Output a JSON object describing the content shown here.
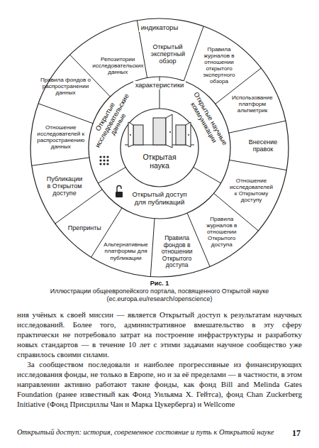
{
  "diagram": {
    "caption": "Иллюстрации общеевропейского портала, посвященного Открытой науке (ec.europa.eu/research/openscience)",
    "nodes": [
      {
        "text": [
          "индикаторы"
        ]
      },
      {
        "text": [
          "Репозитории исследовательских данных"
        ],
        "in": 0
      },
      {
        "text": [
          "Открытый экспертный обзор"
        ],
        "in": 0
      },
      {
        "text": [
          "Правила журналов в отношении открытого экспертного обзора"
        ],
        "in": 0
      },
      {
        "text": [
          "Использование платформ альтметрик"
        ],
        "in": 0
      },
      {
        "text": [
          "Внесение правок"
        ],
        "in": 0
      },
      {
        "text": [
          "Отношение исследователей к Открытому доступу"
        ],
        "in": 0
      },
      {
        "text": [
          "Правила журналов в отношении Открытого доступа"
        ],
        "in": 0
      },
      {
        "text": [
          "Правила фондов в отношении Открытого доступа"
        ],
        "in": 0
      },
      {
        "text": [
          "Альтернативные платформы для публикации"
        ],
        "in": 0
      },
      {
        "text": [
          "Препринты"
        ],
        "in": 0
      },
      {
        "text": [
          "Публикации в Открытом доступе"
        ],
        "in": 0
      },
      {
        "text": [
          "Отношение исследователей к распространению данных"
        ],
        "in": 0
      },
      {
        "text": [
          "Правила фондов о распространении данных"
        ],
        "in": 0
      },
      {
        "text": [
          "характеристики"
        ],
        "in": 0
      },
      {
        "text": [
          "Открытые исследовательские данные"
        ],
        "in": 14
      },
      {
        "text": [
          "Открытые научные коммуникации"
        ],
        "in": 14
      },
      {
        "text": [
          "Открытый доступ для публикаций"
        ],
        "in": 14
      },
      {
        "text": [
          "Открытая наука"
        ],
        "in": 14
      }
    ],
    "labels": [
      "Рис. 1",
      "ния учёных к своей миссии — является Открытый доступ к результатам научных исследований. Более того, административное вмешательство в эту сферу практически не потребовало затрат на построение инфраструктуры и разработку новых стандартов — в течение 10 лет с этими задачами научное сообщество уже справилось своими силами.",
      "За сообществом последовали и наиболее прогрессивные из финансирующих исследования фонды, не только в Европе, но и за её пределами — в частности, в этом направлении активно работают такие фонды, как фонд Bill and Melinda Gates Foundation (ранее известный как Фонд Уильяма Х. Гейтса), фонд Chan Zuckerberg Initiative (Фонд Присциллы Чан и Марка Цукерберга) и Wellcome",
      "Открытый доступ: история, современное состояние и путь к Открытой науке",
      "17"
    ]
  }
}
